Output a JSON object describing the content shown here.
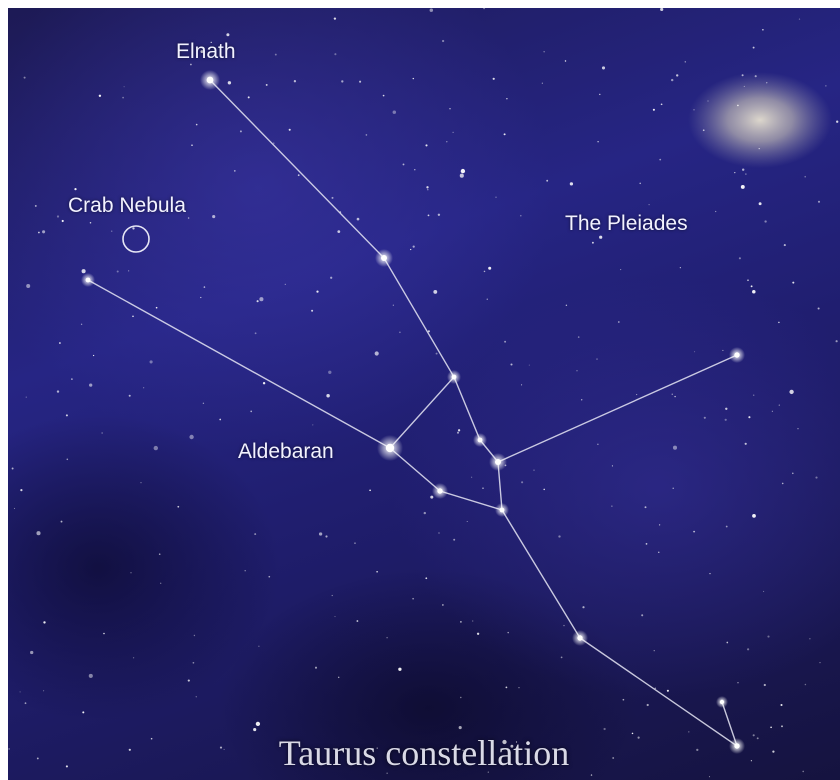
{
  "labels": {
    "elnath": "Elnath",
    "crab_nebula": "Crab Nebula",
    "pleiades": "The Pleiades",
    "aldebaran": "Aldebaran"
  },
  "caption": "Taurus constellation",
  "colors": {
    "sky_deep": "#1f1d6c",
    "sky_light": "#2b2a95",
    "line": "#e6e6f5",
    "star": "#ffffff",
    "label": "#f2f2ff"
  }
}
